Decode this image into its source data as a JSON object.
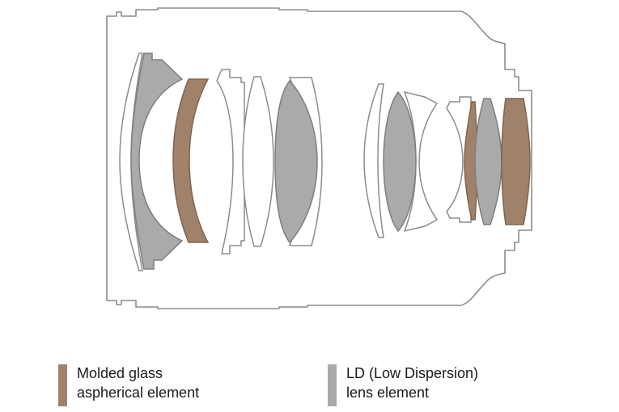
{
  "colors": {
    "outline": "#8c8c8c",
    "molded_aspherical": "#a0826a",
    "ld_element": "#a9aaa9",
    "clear_glass": "#ffffff"
  },
  "legend": [
    {
      "key": "molded_aspherical",
      "line1": "Molded glass",
      "line2": "aspherical element"
    },
    {
      "key": "ld_element",
      "line1": "LD (Low Dispersion)",
      "line2": "lens element"
    }
  ]
}
